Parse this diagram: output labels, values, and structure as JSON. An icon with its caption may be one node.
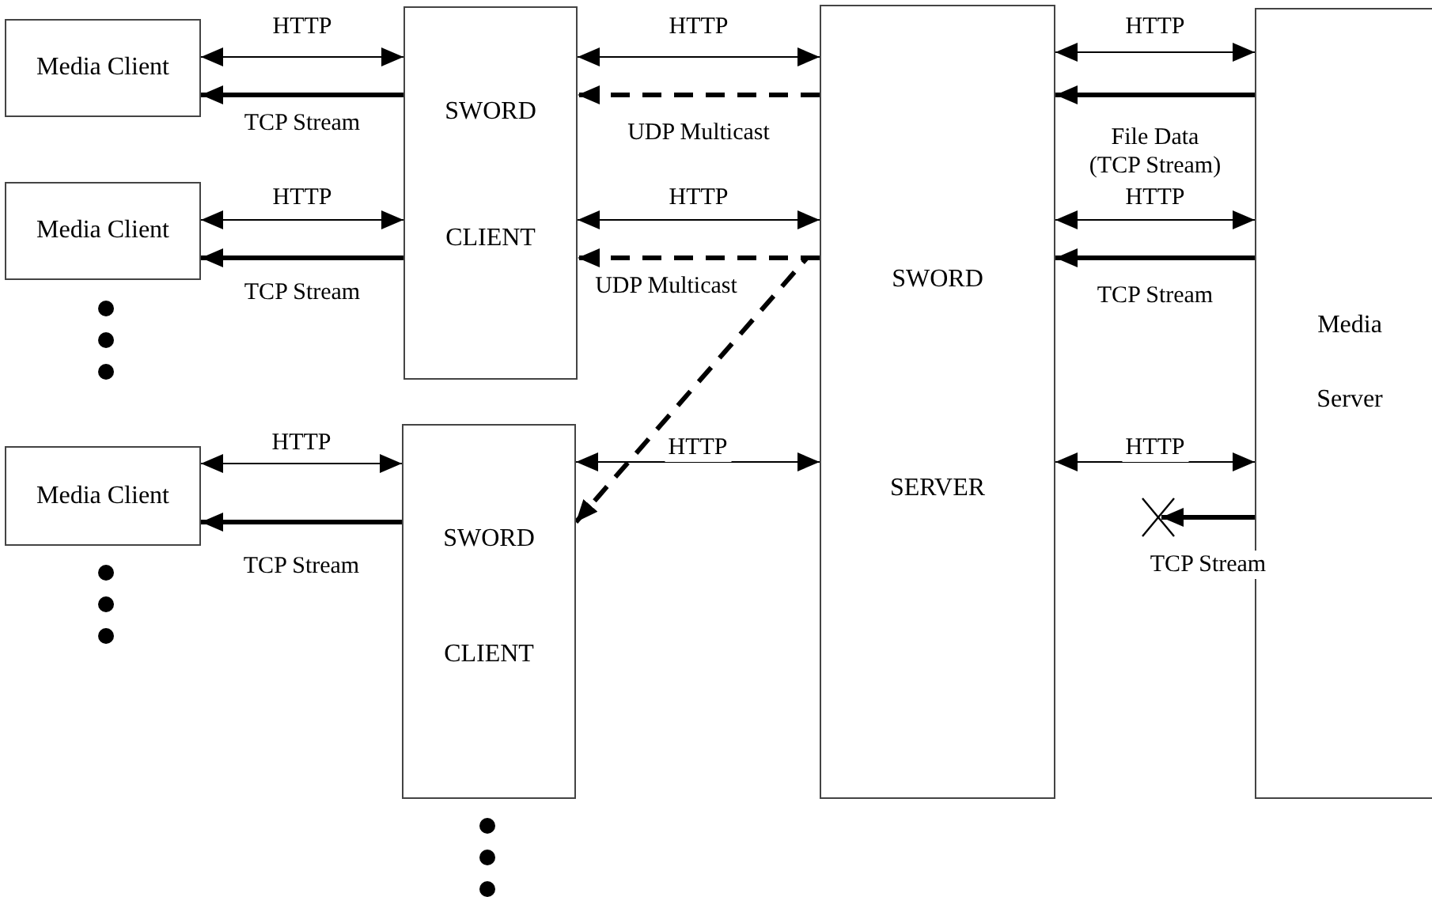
{
  "diagram": {
    "nodes": [
      {
        "text": [
          "Media Client"
        ]
      },
      {
        "text": [
          "SWORD",
          "CLIENT"
        ]
      },
      {
        "text": [
          "SWORD",
          "SERVER"
        ]
      },
      {
        "text": [
          "Media",
          "Server"
        ]
      },
      {
        "text": [
          "Media Client"
        ]
      },
      {
        "text": [
          "Media Client"
        ]
      },
      {
        "text": [
          "SWORD",
          "CLIENT"
        ]
      }
    ],
    "edges": [
      {
        "from": 0,
        "to": 1,
        "arrow": "both",
        "label": "HTTP"
      },
      {
        "from": 1,
        "to": 0,
        "arrow": "to",
        "label": "TCP Stream",
        "style": "thick"
      },
      {
        "from": 1,
        "to": 2,
        "arrow": "both",
        "label": "HTTP"
      },
      {
        "from": 2,
        "to": 1,
        "arrow": "to",
        "label": "UDP Multicast",
        "style": "dashed"
      },
      {
        "from": 2,
        "to": 3,
        "arrow": "both",
        "label": "HTTP"
      },
      {
        "from": 3,
        "to": 2,
        "arrow": "to",
        "label": "File Data (TCP Stream)",
        "style": "thick"
      },
      {
        "from": 4,
        "to": 1,
        "arrow": "both",
        "label": "HTTP"
      },
      {
        "from": 1,
        "to": 4,
        "arrow": "to",
        "label": "TCP Stream",
        "style": "thick"
      },
      {
        "from": 1,
        "to": 2,
        "arrow": "both",
        "label": "HTTP"
      },
      {
        "from": 2,
        "to": 1,
        "arrow": "to",
        "label": "UDP Multicast",
        "style": "dashed"
      },
      {
        "from": 2,
        "to": 6,
        "arrow": "to",
        "style": "dashed"
      },
      {
        "from": 2,
        "to": 3,
        "arrow": "both",
        "label": "HTTP"
      },
      {
        "from": 3,
        "to": 2,
        "arrow": "to",
        "label": "TCP Stream",
        "style": "thick"
      },
      {
        "from": 5,
        "to": 6,
        "arrow": "both",
        "label": "HTTP"
      },
      {
        "from": 6,
        "to": 5,
        "arrow": "to",
        "label": "TCP Stream",
        "style": "thick"
      },
      {
        "from": 6,
        "to": 2,
        "arrow": "both",
        "label": "HTTP"
      },
      {
        "from": 2,
        "to": 3,
        "arrow": "both",
        "label": "HTTP"
      },
      {
        "from": 3,
        "to": null,
        "arrow": "to",
        "label": "TCP Stream",
        "style": "thick"
      }
    ]
  }
}
